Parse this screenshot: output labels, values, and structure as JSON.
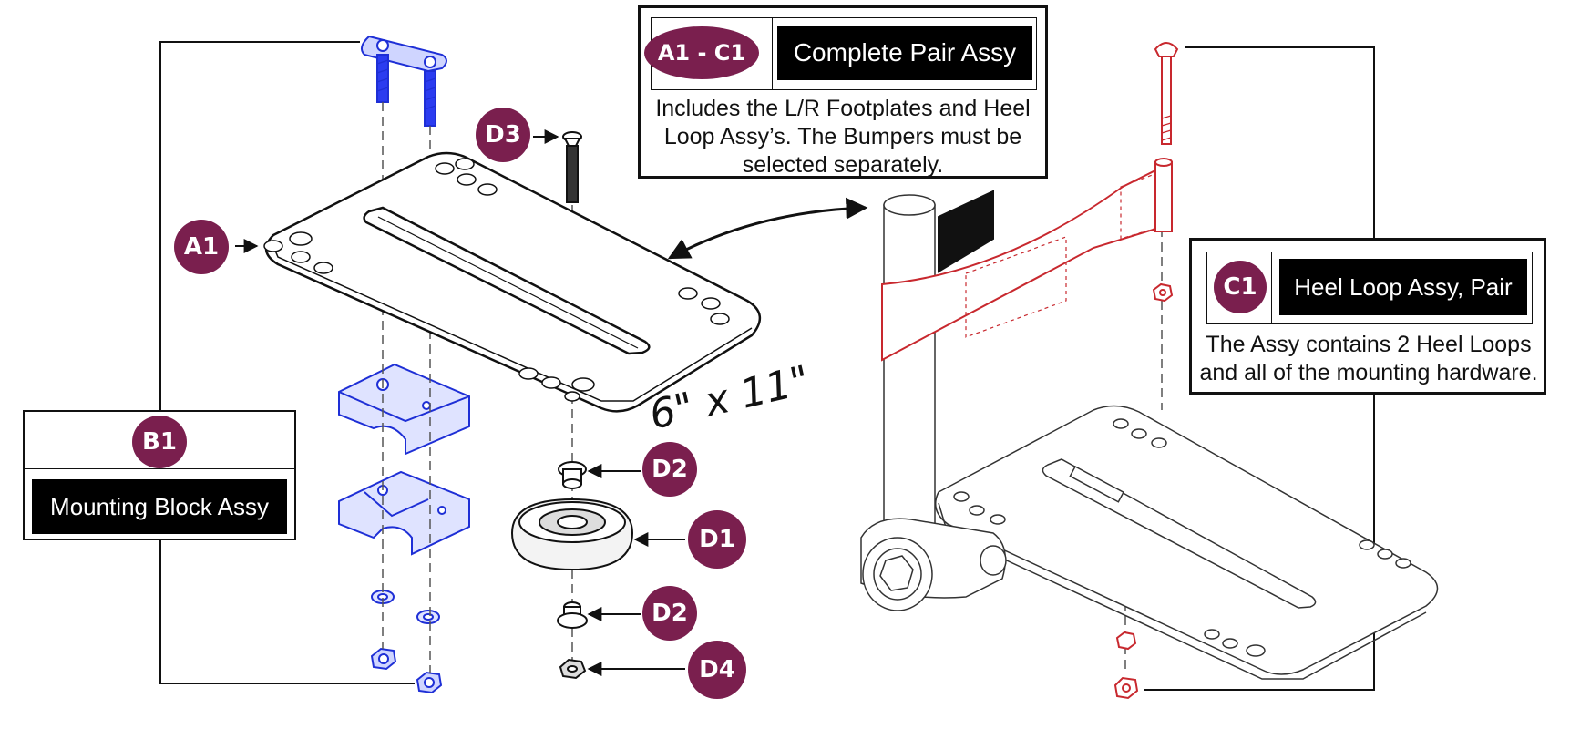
{
  "callouts": {
    "top": {
      "badge": "A1 - C1",
      "title": "Complete Pair Assy",
      "note_lines": [
        "Includes the L/R Footplates and Heel",
        "Loop Assy’s. The Bumpers must be",
        "selected separately."
      ]
    },
    "right": {
      "badge": "C1",
      "title": "Heel Loop Assy, Pair",
      "note_lines": [
        "The Assy contains 2 Heel Loops",
        "and all of the mounting hardware."
      ]
    },
    "left": {
      "badge": "B1",
      "title": "Mounting Block Assy"
    }
  },
  "part_labels": {
    "a1": "A1",
    "d1": "D1",
    "d2_upper": "D2",
    "d2_lower": "D2",
    "d3": "D3",
    "d4": "D4"
  },
  "dimension": "6\" x 11\"",
  "colors": {
    "badge": "#7a1f4e",
    "blue_parts": "#1e2fd6",
    "red_parts": "#c8282e",
    "outline": "#111111"
  }
}
